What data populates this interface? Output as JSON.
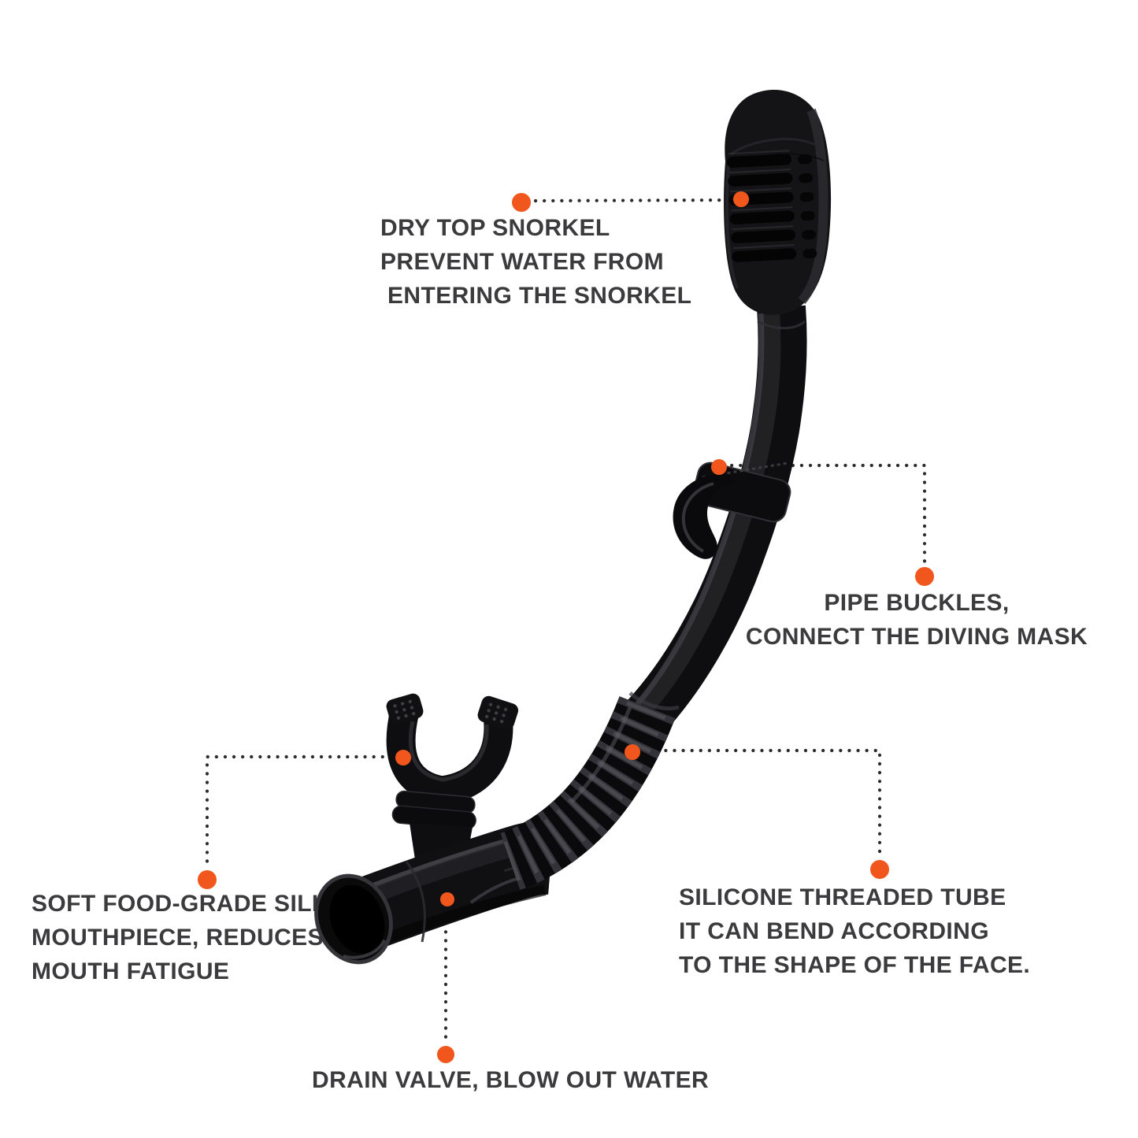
{
  "figure": {
    "subject": "dry top snorkel product diagram",
    "background": "#ffffff"
  },
  "colors": {
    "accent_orange": "#f1571d",
    "label_text": "#3b3b3d",
    "leader_dots": "#2c2c2c",
    "product_black": "#0e0e10"
  },
  "annotations": {
    "dry_top": {
      "lines": [
        "DRY TOP SNORKEL",
        "PREVENT WATER FROM",
        "ENTERING THE SNORKEL"
      ]
    },
    "pipe_buckles": {
      "lines": [
        "PIPE BUCKLES,",
        "CONNECT THE DIVING MASK"
      ]
    },
    "mouthpiece": {
      "lines": [
        "SOFT FOOD-GRADE SILICONE",
        "MOUTHPIECE, REDUCES",
        "MOUTH FATIGUE"
      ]
    },
    "threaded_tube": {
      "lines": [
        "SILICONE THREADED TUBE",
        "IT CAN BEND ACCORDING",
        "TO THE SHAPE OF THE FACE."
      ]
    },
    "drain_valve": {
      "lines": [
        "DRAIN VALVE, BLOW OUT WATER"
      ]
    }
  }
}
